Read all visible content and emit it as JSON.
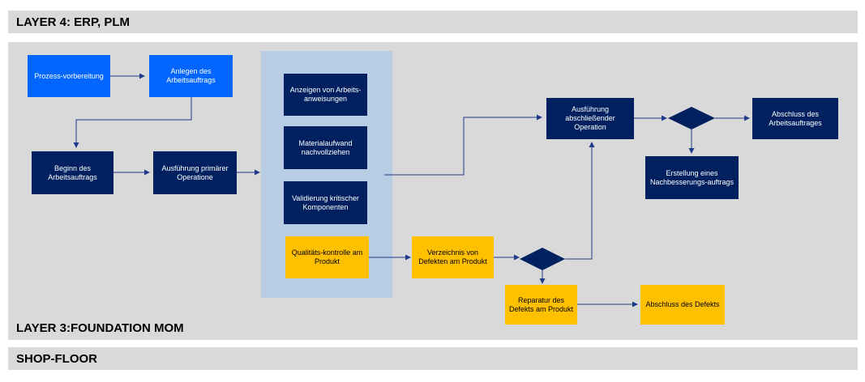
{
  "layers": {
    "top": "LAYER 4: ERP, PLM",
    "middle": "LAYER 3:FOUNDATION MOM",
    "bottom": "SHOP-FLOOR"
  },
  "nodes": {
    "prozessvorbereitung": "Prozess-vorbereitung",
    "anlegen": "Anlegen des Arbeitsauftrags",
    "beginn": "Beginn des Arbeitsauftrags",
    "primaer": "Ausführung primärer Operatione",
    "anzeigen": "Anzeigen von Arbeits-anweisungen",
    "material": "Materialaufwand nachvollziehen",
    "validierung": "Validierung kritischer Komponenten",
    "qualitaet": "Qualitäts-kontrolle am Produkt",
    "verzeichnis": "Verzeichnis von Defekten am Produkt",
    "reparatur": "Reparatur des Defekts am Produkt",
    "abschluss_defekt": "Abschluss des Defekts",
    "abschliessend": "Ausführung abschließender Operation",
    "abschluss_auftrag": "Abschluss des Arbeitsauftrages",
    "nachbesserung": "Erstellung eines Nachbesserungs-auftrags"
  },
  "colors": {
    "navy": "#002060",
    "blue": "#0066ff",
    "orange": "#ffc000",
    "panel": "#b8cce4",
    "band": "#d9d9d9",
    "connector": "#1f3c88"
  }
}
